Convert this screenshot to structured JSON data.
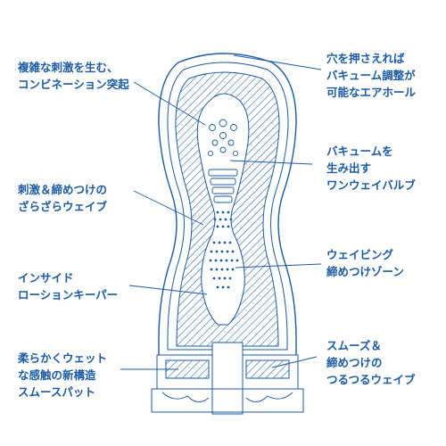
{
  "colors": {
    "primary": "#1a5aa6",
    "background": "#ffffff"
  },
  "callouts": {
    "complex_stimulation": [
      "複雑な刺激を生む、",
      "コンビネーション突起"
    ],
    "texture": [
      "刺激＆締めつけの",
      "ざらざらウェイブ"
    ],
    "lotion_keeper": [
      "インサイド",
      "ローションキーパー"
    ],
    "soft_pad": [
      "柔らかくウェット",
      "な感触の新構造",
      "スムースパット"
    ],
    "air_hole": [
      "穴を押さえれば",
      "バキューム調整が",
      "可能なエアホール"
    ],
    "vacuum_valve": [
      "バキュームを",
      "生み出す",
      "ワンウェイバルブ"
    ],
    "waving_zone": [
      "ウェイビング",
      "締めつけゾーン"
    ],
    "smooth_wave": [
      "スムーズ＆",
      "締めつけの",
      "つるつるウェイブ"
    ]
  }
}
